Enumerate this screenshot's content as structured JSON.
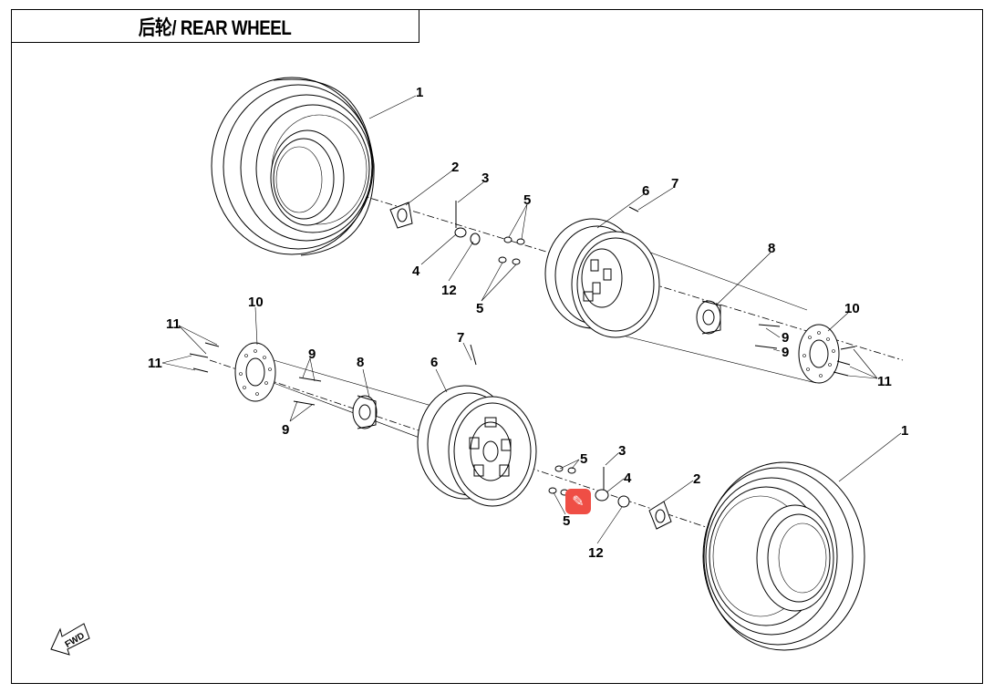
{
  "title": "后轮/ REAR WHEEL",
  "fwd_label": "FWD",
  "edit_badge": {
    "icon": "magic-edit-icon",
    "color": "#ef4e45"
  },
  "callouts": [
    {
      "id": "c1a",
      "text": "1"
    },
    {
      "id": "c2a",
      "text": "2"
    },
    {
      "id": "c3a",
      "text": "3"
    },
    {
      "id": "c4a",
      "text": "4"
    },
    {
      "id": "c12a",
      "text": "12"
    },
    {
      "id": "c5a",
      "text": "5"
    },
    {
      "id": "c5b",
      "text": "5"
    },
    {
      "id": "c6a",
      "text": "6"
    },
    {
      "id": "c7a",
      "text": "7"
    },
    {
      "id": "c8a",
      "text": "8"
    },
    {
      "id": "c10a",
      "text": "10"
    },
    {
      "id": "c9a",
      "text": "9"
    },
    {
      "id": "c9b",
      "text": "9"
    },
    {
      "id": "c11a",
      "text": "11"
    },
    {
      "id": "c10b",
      "text": "10"
    },
    {
      "id": "c11b",
      "text": "11"
    },
    {
      "id": "c11c",
      "text": "11"
    },
    {
      "id": "c9c",
      "text": "9"
    },
    {
      "id": "c9d",
      "text": "9"
    },
    {
      "id": "c8b",
      "text": "8"
    },
    {
      "id": "c6b",
      "text": "6"
    },
    {
      "id": "c7b",
      "text": "7"
    },
    {
      "id": "c5c",
      "text": "5"
    },
    {
      "id": "c3b",
      "text": "3"
    },
    {
      "id": "c4b",
      "text": "4"
    },
    {
      "id": "c2b",
      "text": "2"
    },
    {
      "id": "c1b",
      "text": "1"
    },
    {
      "id": "c5d",
      "text": "5"
    },
    {
      "id": "c12b",
      "text": "12"
    }
  ]
}
